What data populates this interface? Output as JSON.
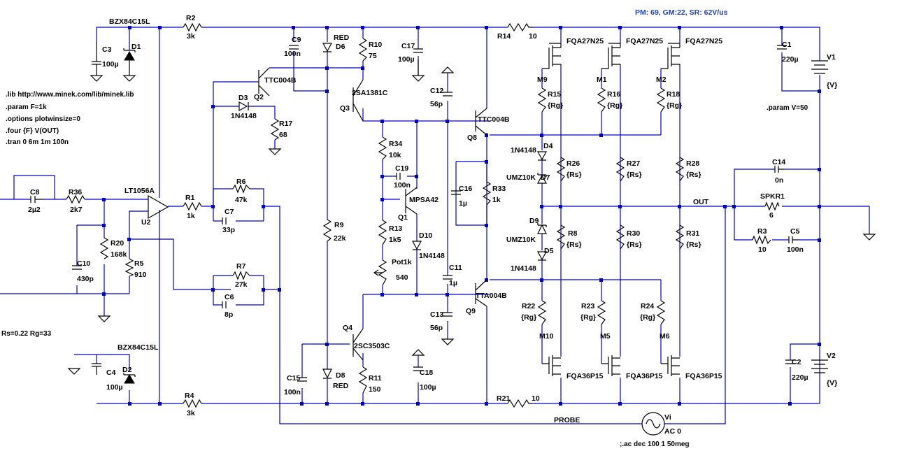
{
  "info": {
    "perf": "PM: 69, GM:22, SR: 62V/us"
  },
  "directives": [
    ".lib http://www.minek.com/lib/minek.lib",
    ".param F=1k",
    ".options plotwinsize=0",
    ".four {F} V(OUT)",
    ".tran 0 6m 1m 100n"
  ],
  "params": {
    "rs_rg": "Rs=0.22 Rg=33",
    "voltage": ".param V=50",
    "ac": ";.ac dec 100 1 50meg"
  },
  "nets": {
    "out": "OUT",
    "probe": "PROBE"
  },
  "components": {
    "zener_top": {
      "part": "BZX84C15L",
      "ref": "D1"
    },
    "zener_bot": {
      "part": "BZX84C15L",
      "ref": "D2"
    },
    "c3": {
      "ref": "C3",
      "value": "100µ"
    },
    "c4": {
      "ref": "C4",
      "value": "100µ"
    },
    "r2": {
      "ref": "R2",
      "value": "3k"
    },
    "r4": {
      "ref": "R4",
      "value": "3k"
    },
    "c8": {
      "ref": "C8",
      "value": "2µ2"
    },
    "r36": {
      "ref": "R36",
      "value": "2k7"
    },
    "u2": {
      "part": "LT1056A",
      "ref": "U2"
    },
    "r1": {
      "ref": "R1",
      "value": "1k"
    },
    "r6": {
      "ref": "R6",
      "value": "47k"
    },
    "c7": {
      "ref": "C7",
      "value": "33p"
    },
    "r7": {
      "ref": "R7",
      "value": "27k"
    },
    "c6": {
      "ref": "C6",
      "value": "8p"
    },
    "r20": {
      "ref": "R20",
      "value": "168k"
    },
    "c10": {
      "ref": "C10",
      "value": "430p"
    },
    "r5": {
      "ref": "R5",
      "value": "910"
    },
    "q2": {
      "part": "TTC004B",
      "ref": "Q2"
    },
    "d3": {
      "ref": "D3",
      "part": "1N4148"
    },
    "r17": {
      "ref": "R17",
      "value": "68"
    },
    "c9": {
      "ref": "C9",
      "value": "100n"
    },
    "d6": {
      "ref": "D6",
      "part": "RED"
    },
    "r10": {
      "ref": "R10",
      "value": "75"
    },
    "q3": {
      "part": "2SA1381C",
      "ref": "Q3"
    },
    "c17": {
      "ref": "C17",
      "value": "100µ"
    },
    "r9": {
      "ref": "R9",
      "value": "22k"
    },
    "c15": {
      "ref": "C15",
      "value": "100n"
    },
    "d8": {
      "ref": "D8",
      "part": "RED"
    },
    "q4": {
      "part": "2SC3503C",
      "ref": "Q4"
    },
    "r11": {
      "ref": "R11",
      "value": "150"
    },
    "c18": {
      "ref": "C18",
      "value": "100µ"
    },
    "r34": {
      "ref": "R34",
      "value": "10k"
    },
    "c19": {
      "ref": "C19",
      "value": "100n"
    },
    "q1": {
      "part": "MPSA42",
      "ref": "Q1"
    },
    "r13": {
      "ref": "R13",
      "value": "1k5"
    },
    "d10": {
      "ref": "D10",
      "part": "1N4148"
    },
    "pot": {
      "ref": "Pot1k",
      "value": "540"
    },
    "c12": {
      "ref": "C12",
      "value": "56p"
    },
    "c11": {
      "ref": "C11",
      "value": "1µ"
    },
    "c13": {
      "ref": "C13",
      "value": "56p"
    },
    "q8": {
      "part": "TTC004B",
      "ref": "Q8"
    },
    "q9": {
      "part": "TTA004B",
      "ref": "Q9"
    },
    "c16": {
      "ref": "C16",
      "value": "1µ"
    },
    "r33": {
      "ref": "R33",
      "value": "1k"
    },
    "r14": {
      "ref": "R14",
      "value": "10"
    },
    "r21": {
      "ref": "R21",
      "value": "10"
    },
    "d4": {
      "ref": "D4",
      "part": "1N4148"
    },
    "d7": {
      "ref": "D7",
      "part": "UMZ10K"
    },
    "d9": {
      "ref": "D9",
      "part": "UMZ10K"
    },
    "d5": {
      "ref": "D5",
      "part": "1N4148"
    },
    "m9": {
      "ref": "M9",
      "part": "FQA27N25"
    },
    "m1": {
      "ref": "M1",
      "part": "FQA27N25"
    },
    "m2": {
      "ref": "M2",
      "part": "FQA27N25"
    },
    "m10": {
      "ref": "M10",
      "part": "FQA36P15"
    },
    "m5": {
      "ref": "M5",
      "part": "FQA36P15"
    },
    "m6": {
      "ref": "M6",
      "part": "FQA36P15"
    },
    "r15": {
      "ref": "R15",
      "value": "{Rg}"
    },
    "r16": {
      "ref": "R16",
      "value": "{Rg}"
    },
    "r18": {
      "ref": "R18",
      "value": "{Rg}"
    },
    "r22": {
      "ref": "R22",
      "value": "{Rg}"
    },
    "r23": {
      "ref": "R23",
      "value": "{Rg}"
    },
    "r24": {
      "ref": "R24",
      "value": "{Rg}"
    },
    "r26": {
      "ref": "R26",
      "value": "{Rs}"
    },
    "r27": {
      "ref": "R27",
      "value": "{Rs}"
    },
    "r28": {
      "ref": "R28",
      "value": "{Rs}"
    },
    "r8": {
      "ref": "R8",
      "value": "{Rs}"
    },
    "r30": {
      "ref": "R30",
      "value": "{Rs}"
    },
    "r31": {
      "ref": "R31",
      "value": "{Rs}"
    },
    "c1": {
      "ref": "C1",
      "value": "220µ"
    },
    "c2": {
      "ref": "C2",
      "value": "220µ"
    },
    "v1": {
      "ref": "V1",
      "value": "{V}"
    },
    "v2": {
      "ref": "V2",
      "value": "{V}"
    },
    "c14": {
      "ref": "C14",
      "value": "0n"
    },
    "spkr": {
      "ref": "SPKR1",
      "value": "6"
    },
    "r3": {
      "ref": "R3",
      "value": "10"
    },
    "c5": {
      "ref": "C5",
      "value": "100n"
    },
    "vi": {
      "ref": "Vi",
      "value": "AC 0"
    }
  }
}
